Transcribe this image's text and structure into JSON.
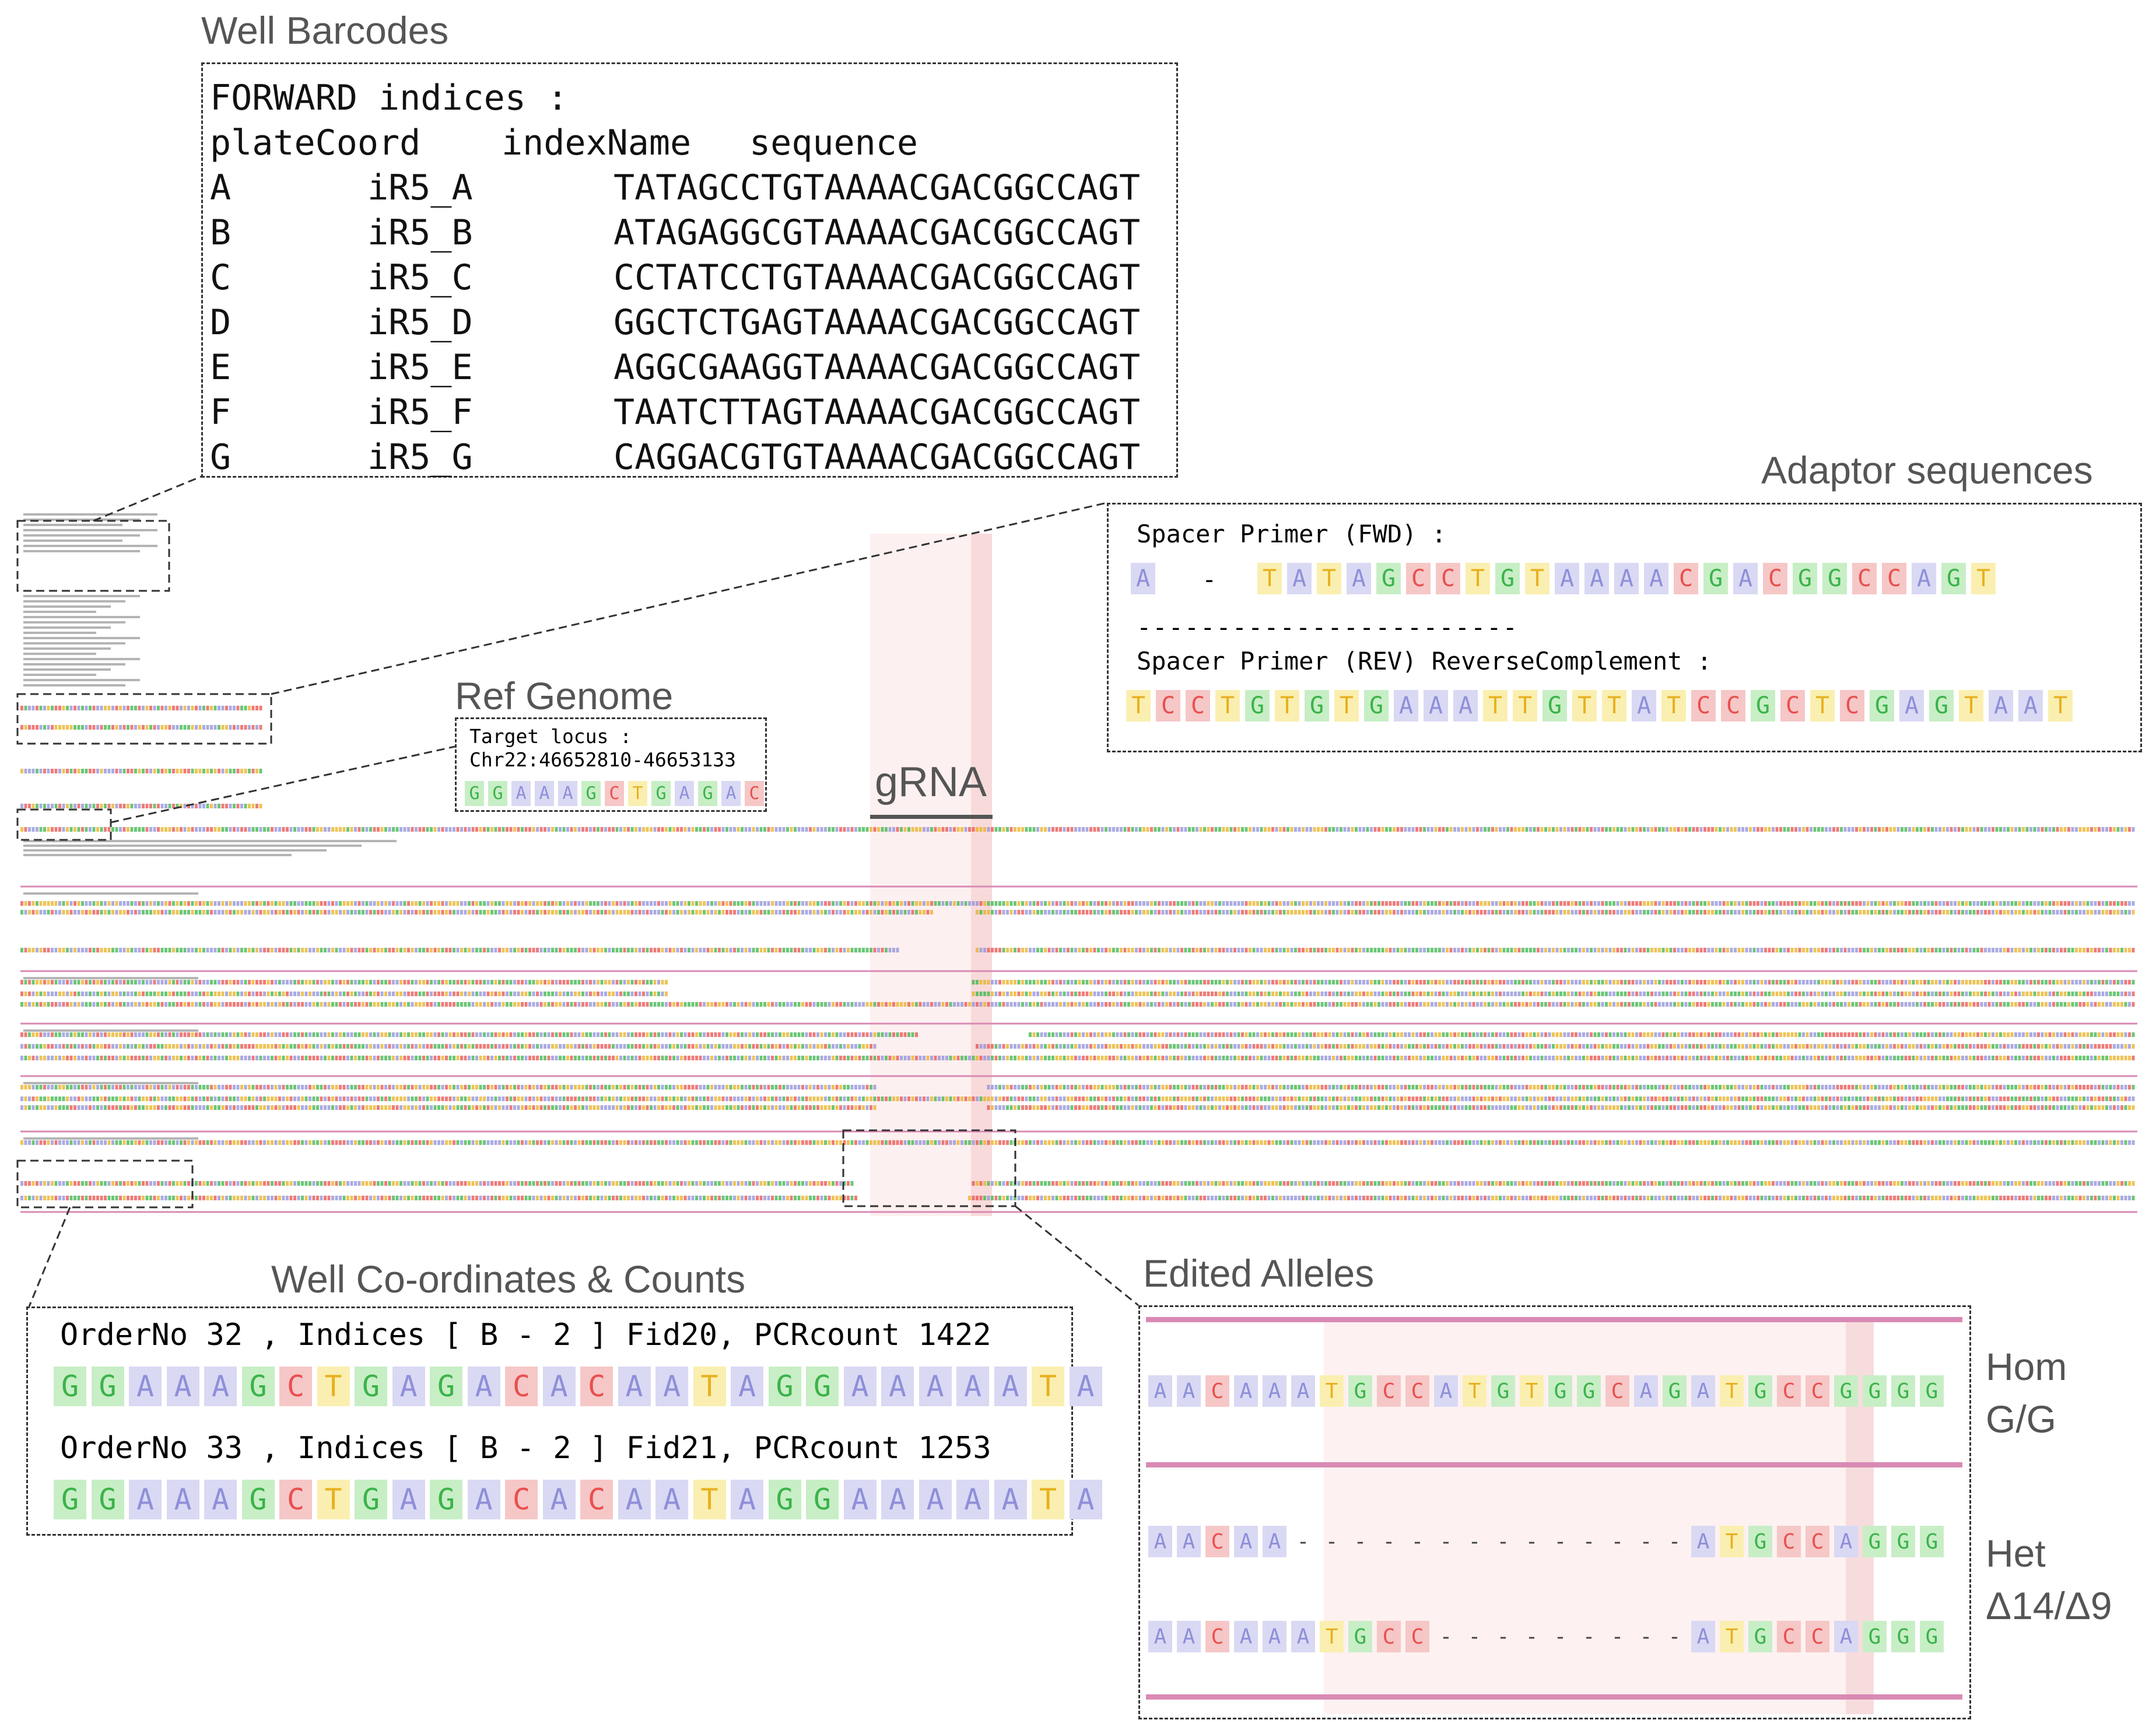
{
  "captions": {
    "well_barcodes": "Well Barcodes",
    "adaptor": "Adaptor sequences",
    "ref_genome": "Ref Genome",
    "grna": "gRNA",
    "well_coords": "Well Co-ordinates & Counts",
    "edited_alleles": "Edited Alleles"
  },
  "barcodes": {
    "title": "FORWARD indices :",
    "headers": [
      "plateCoord",
      "indexName",
      "sequence"
    ],
    "rows": [
      [
        "A",
        "iR5_A",
        "TATAGCCTGTAAAACGACGGCCAGT"
      ],
      [
        "B",
        "iR5_B",
        "ATAGAGGCGTAAAACGACGGCCAGT"
      ],
      [
        "C",
        "iR5_C",
        "CCTATCCTGTAAAACGACGGCCAGT"
      ],
      [
        "D",
        "iR5_D",
        "GGCTCTGAGTAAAACGACGGCCAGT"
      ],
      [
        "E",
        "iR5_E",
        "AGGCGAAGGTAAAACGACGGCCAGT"
      ],
      [
        "F",
        "iR5_F",
        "TAATCTTAGTAAAACGACGGCCAGT"
      ],
      [
        "G",
        "iR5_G",
        "CAGGACGTGTAAAACGACGGCCAGT"
      ]
    ]
  },
  "adaptor": {
    "fwd_label": "Spacer Primer (FWD) :",
    "fwd_prefix": "A",
    "fwd_dash": "-",
    "fwd_seq": "TATAGCCTGTAAAACGACGGCCAGT",
    "divider": "------------------------",
    "rev_label": "Spacer Primer (REV) ReverseComplement :",
    "rev_seq": "TCCTGTGTGAAATTGTTATCCGCTCGAGTAAT"
  },
  "ref": {
    "label": "Target locus :",
    "coords": "Chr22:46652810-46653133",
    "seq": "GGAAAGCTGAGAC"
  },
  "wells": [
    {
      "label": "OrderNo 32 , Indices [ B - 2 ] Fid20, PCRcount 1422",
      "seq": "GGAAAGCTGAGACACAATAGGAAAAATA"
    },
    {
      "label": "OrderNo 33 , Indices [ B - 2 ] Fid21, PCRcount 1253",
      "seq": "GGAAAGCTGAGACACAATAGGAAAAATA"
    }
  ],
  "edited": {
    "hom": {
      "label1": "Hom",
      "label2": "G/G",
      "seq": "AACAAATGCCATGTGGCAGATGCCGGGG"
    },
    "het": {
      "label1": "Het",
      "label2": "Δ14/Δ9",
      "allele1": {
        "left": "AACAA",
        "gap_count": 14,
        "right": "ATGCCAGGG"
      },
      "allele2": {
        "left": "AACAAATGCC",
        "gap_count": 9,
        "right": "ATGCCAGGG"
      }
    }
  },
  "colors": {
    "A": "#8f8fd9",
    "C": "#e8504e",
    "G": "#3bb34a",
    "T": "#e8b020",
    "A_bg": "#d9d9f4",
    "C_bg": "#f6c7c7",
    "G_bg": "#c8eec6",
    "T_bg": "#faefb0",
    "accent": "#d98ab4",
    "highlight": "#fbe7e8"
  }
}
